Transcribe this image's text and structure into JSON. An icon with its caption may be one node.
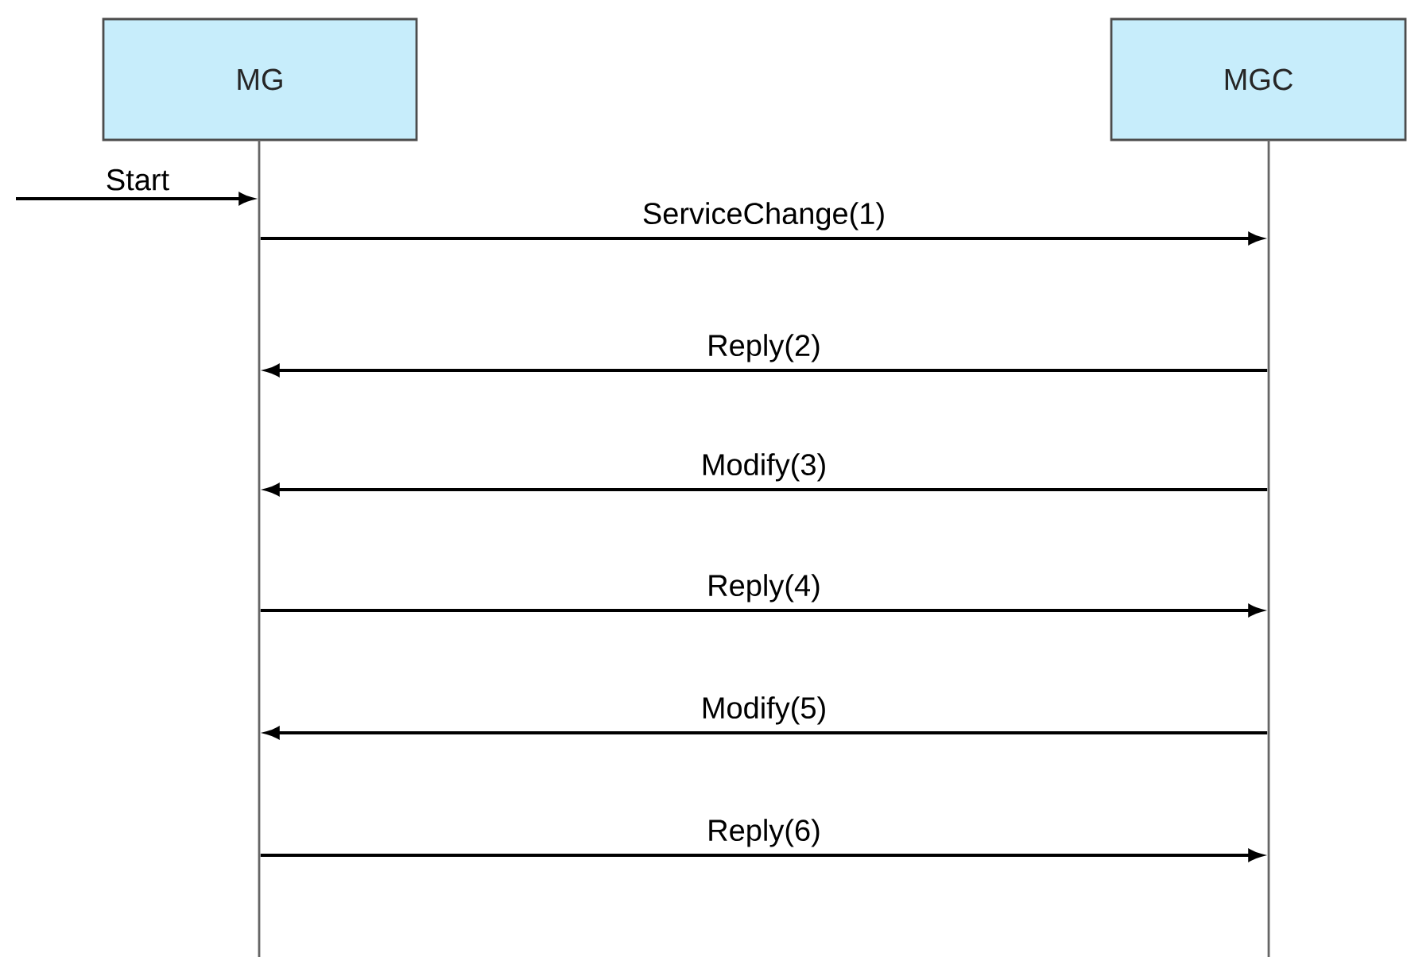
{
  "diagram": {
    "nodes": [
      {
        "text": [
          "MG"
        ]
      },
      {
        "text": [
          "MGC"
        ]
      },
      {
        "text": [],
        "shape": "line"
      },
      {
        "text": [],
        "shape": "line"
      }
    ],
    "edges": [
      {
        "from": null,
        "to": 2,
        "arrow": "to",
        "label": "Start"
      },
      {
        "from": 2,
        "to": 3,
        "arrow": "to",
        "label": "ServiceChange(1)"
      },
      {
        "from": 3,
        "to": 2,
        "arrow": "to",
        "label": "Reply(2)"
      },
      {
        "from": 3,
        "to": 2,
        "arrow": "to",
        "label": "Modify(3)"
      },
      {
        "from": 2,
        "to": 3,
        "arrow": "to",
        "label": "Reply(4)"
      },
      {
        "from": 3,
        "to": 2,
        "arrow": "to",
        "label": "Modify(5)"
      },
      {
        "from": 2,
        "to": 3,
        "arrow": "to",
        "label": "Reply(6)"
      }
    ]
  }
}
